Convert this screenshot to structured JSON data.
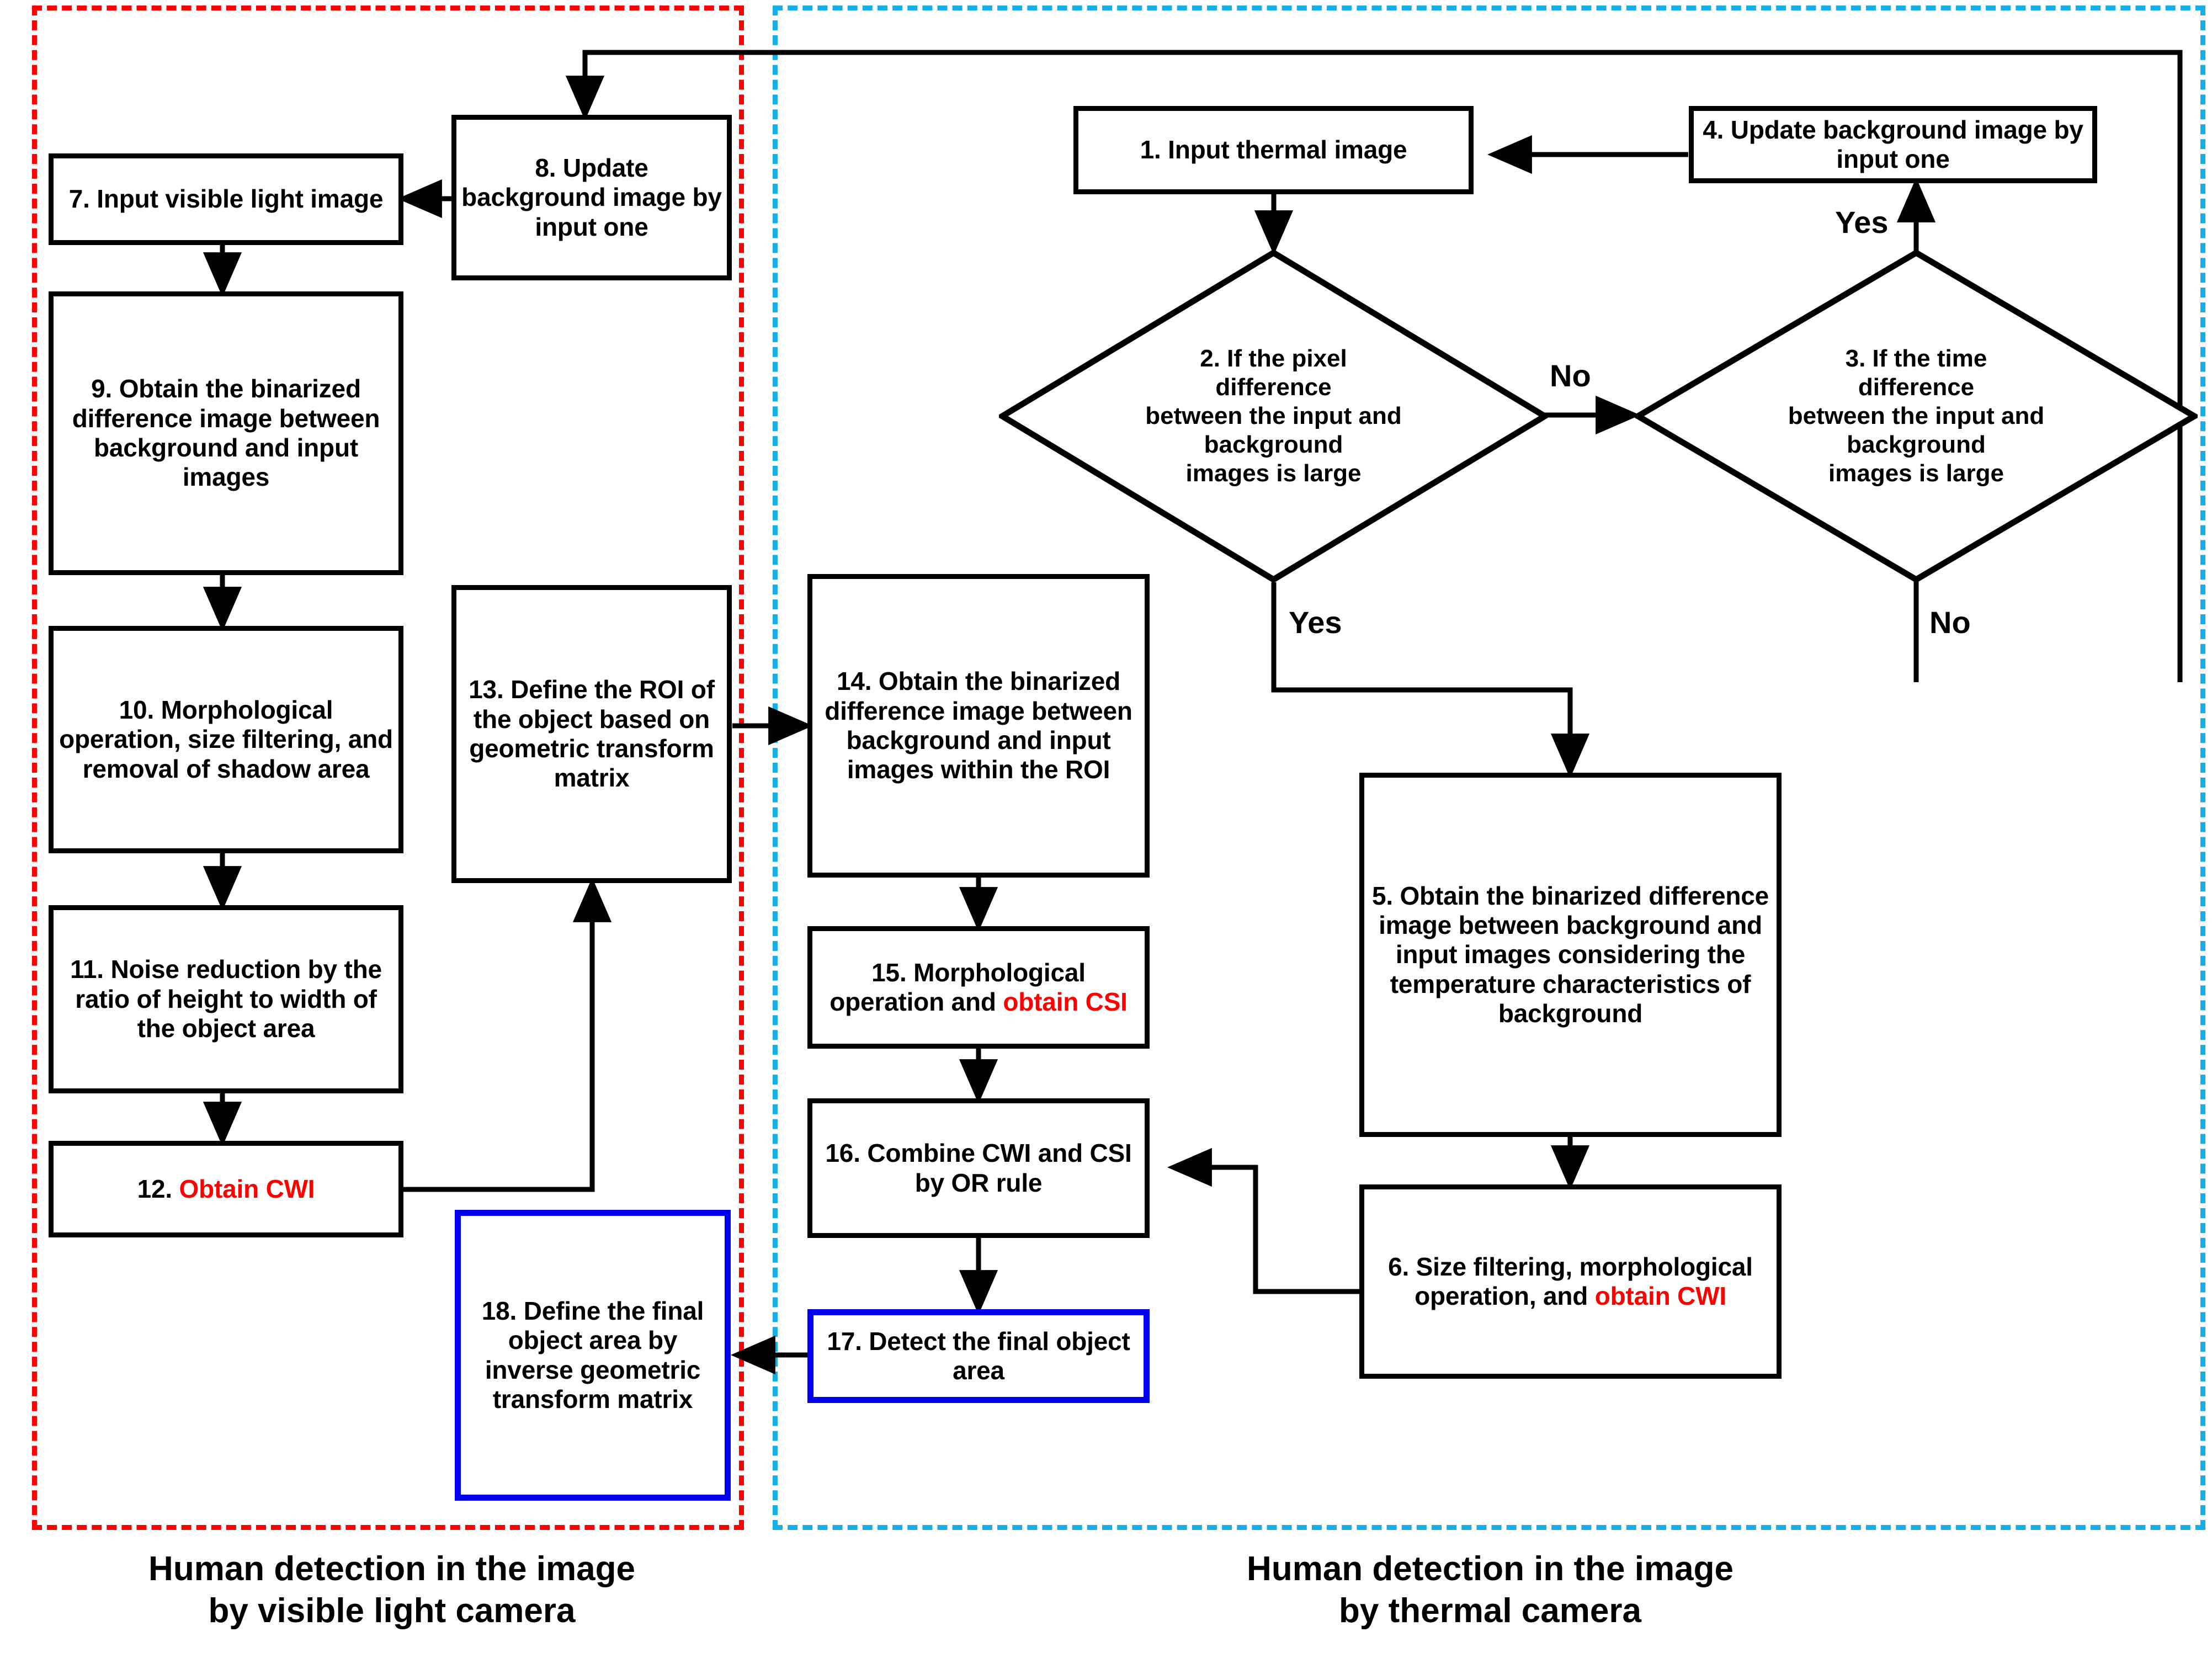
{
  "figure": {
    "type": "flowchart",
    "title": "Human detection flowchart using visible light and thermal cameras"
  },
  "regions": {
    "visible": {
      "caption_line1": "Human detection in the image",
      "caption_line2": "by visible light camera",
      "border_color": "#FF0000"
    },
    "thermal": {
      "caption_line1": "Human detection in the image",
      "caption_line2": "by thermal camera",
      "border_color": "#17AEE8"
    }
  },
  "colors": {
    "process_border": "#000000",
    "output_border": "#0000EE",
    "highlight_text": "#FF0000",
    "visible_region": "#FF0000",
    "thermal_region": "#17AEE8"
  },
  "nodes": {
    "n1": {
      "id": "1",
      "text": "1. Input thermal image",
      "shape": "process",
      "border": "black"
    },
    "n2": {
      "id": "2",
      "text": "2. If the pixel difference between the input and background images is large",
      "shape": "decision",
      "border": "black",
      "lines": [
        "2. If  the pixel",
        "difference",
        "between the input and",
        "background",
        "images is large"
      ]
    },
    "n3": {
      "id": "3",
      "text": "3. If the time difference between the input and background images is large",
      "shape": "decision",
      "border": "black",
      "lines": [
        "3. If  the time",
        "difference",
        "between the input and",
        "background",
        "images is large"
      ]
    },
    "n4": {
      "id": "4",
      "text": "4. Update background image by input one",
      "shape": "process",
      "border": "black"
    },
    "n5": {
      "id": "5",
      "text": "5. Obtain the binarized difference image between background and input images considering the temperature characteristics of background",
      "shape": "process",
      "border": "black"
    },
    "n6": {
      "id": "6",
      "text_plain": "6. Size filtering, morphological operation, and ",
      "text_red": "obtain CWI",
      "shape": "process",
      "border": "black"
    },
    "n7": {
      "id": "7",
      "text": "7. Input visible light image",
      "shape": "process",
      "border": "black"
    },
    "n8": {
      "id": "8",
      "text": "8. Update background image by input one",
      "shape": "process",
      "border": "black"
    },
    "n9": {
      "id": "9",
      "text": "9. Obtain the binarized difference image between background and input images",
      "shape": "process",
      "border": "black"
    },
    "n10": {
      "id": "10",
      "text": "10. Morphological operation, size filtering, and removal of shadow area",
      "shape": "process",
      "border": "black"
    },
    "n11": {
      "id": "11",
      "text": "11. Noise reduction by the ratio of height to width of the object area",
      "shape": "process",
      "border": "black"
    },
    "n12": {
      "id": "12",
      "text_plain": "12. ",
      "text_red": "Obtain CWI",
      "shape": "process",
      "border": "black"
    },
    "n13": {
      "id": "13",
      "text": "13. Define the ROI of the object based on geometric transform matrix",
      "shape": "process",
      "border": "black"
    },
    "n14": {
      "id": "14",
      "text": "14. Obtain the binarized difference image between background and input images within the ROI",
      "shape": "process",
      "border": "black"
    },
    "n15": {
      "id": "15",
      "text_plain": "15. Morphological operation and ",
      "text_red": "obtain CSI",
      "shape": "process",
      "border": "black"
    },
    "n16": {
      "id": "16",
      "text": "16. Combine CWI and CSI by OR rule",
      "shape": "process",
      "border": "black"
    },
    "n17": {
      "id": "17",
      "text": "17. Detect the final object area",
      "shape": "output",
      "border": "blue"
    },
    "n18": {
      "id": "18",
      "text": "18. Define the final object area by inverse geometric transform matrix",
      "shape": "output",
      "border": "blue"
    }
  },
  "edge_labels": {
    "no_2_to_3": "No",
    "yes_2_to_5": "Yes",
    "yes_3_to_4": "Yes",
    "no_3_down": "No"
  },
  "edges": [
    {
      "from": "1",
      "to": "2",
      "label": ""
    },
    {
      "from": "2",
      "to": "3",
      "label": "No"
    },
    {
      "from": "2",
      "to": "5",
      "label": "Yes"
    },
    {
      "from": "3",
      "to": "4",
      "label": "Yes"
    },
    {
      "from": "3",
      "to": "8",
      "label": "No"
    },
    {
      "from": "4",
      "to": "1",
      "label": ""
    },
    {
      "from": "5",
      "to": "6",
      "label": ""
    },
    {
      "from": "6",
      "to": "16",
      "label": ""
    },
    {
      "from": "8",
      "to": "7",
      "label": ""
    },
    {
      "from": "7",
      "to": "9",
      "label": ""
    },
    {
      "from": "9",
      "to": "10",
      "label": ""
    },
    {
      "from": "10",
      "to": "11",
      "label": ""
    },
    {
      "from": "11",
      "to": "12",
      "label": ""
    },
    {
      "from": "12",
      "to": "13",
      "label": ""
    },
    {
      "from": "13",
      "to": "14",
      "label": ""
    },
    {
      "from": "14",
      "to": "15",
      "label": ""
    },
    {
      "from": "15",
      "to": "16",
      "label": ""
    },
    {
      "from": "16",
      "to": "17",
      "label": ""
    },
    {
      "from": "17",
      "to": "18",
      "label": ""
    }
  ]
}
